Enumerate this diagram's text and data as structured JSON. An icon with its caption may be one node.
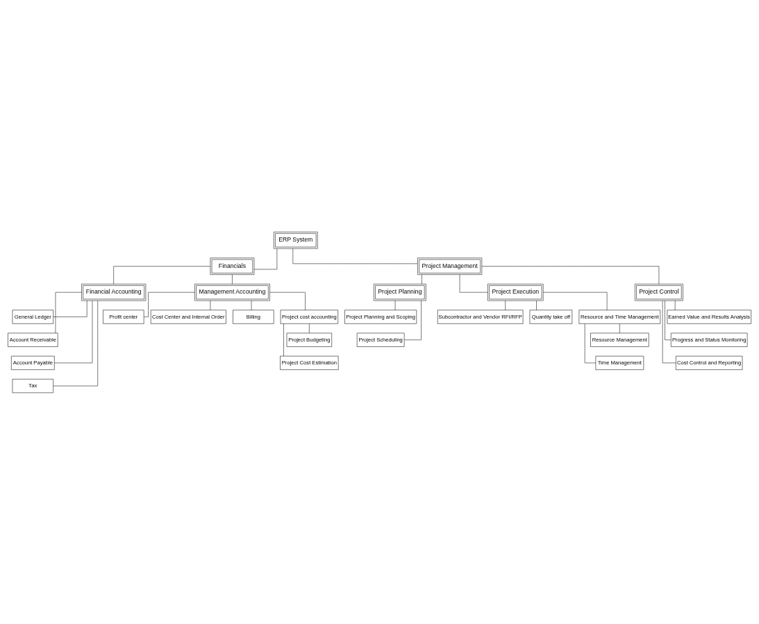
{
  "diagram": {
    "nodes": [
      {
        "text": [
          "ERP System"
        ]
      },
      {
        "text": [
          "Financials"
        ]
      },
      {
        "text": [
          "Project Management"
        ]
      },
      {
        "text": [
          "Financial Accounting"
        ]
      },
      {
        "text": [
          "Management Accounting"
        ]
      },
      {
        "text": [
          "General Ledger"
        ]
      },
      {
        "text": [
          "Account Receivable"
        ]
      },
      {
        "text": [
          "Account Payable"
        ]
      },
      {
        "text": [
          "Tax"
        ]
      },
      {
        "text": [
          "Profit center"
        ]
      },
      {
        "text": [
          "Cost Center and Internal Order"
        ]
      },
      {
        "text": [
          "Billing"
        ]
      },
      {
        "text": [
          "Project cost accounting"
        ]
      },
      {
        "text": [
          "Project Budgeting"
        ]
      },
      {
        "text": [
          "Project Cost Estimation"
        ]
      },
      {
        "text": [
          "Project Planning"
        ]
      },
      {
        "text": [
          "Project Execution"
        ]
      },
      {
        "text": [
          "Project Control"
        ]
      },
      {
        "text": [
          "Project Planning and Scoping"
        ]
      },
      {
        "text": [
          "Project Scheduling"
        ]
      },
      {
        "text": [
          "Subcontractor and Vendor RFI/RFP"
        ]
      },
      {
        "text": [
          "Quantity take off"
        ]
      },
      {
        "text": [
          "Resource and Time Management"
        ]
      },
      {
        "text": [
          "Resource Management"
        ]
      },
      {
        "text": [
          "Time Management"
        ]
      },
      {
        "text": [
          "Earned Value and Results Analysis"
        ]
      },
      {
        "text": [
          "Progress and Status Monitoring"
        ]
      },
      {
        "text": [
          "Cost Control and Reporting"
        ]
      }
    ],
    "edges": [
      {
        "from": 0,
        "to": 1,
        "arrow": "none"
      },
      {
        "from": 0,
        "to": 2,
        "arrow": "none"
      },
      {
        "from": 1,
        "to": 3,
        "arrow": "none"
      },
      {
        "from": 1,
        "to": 4,
        "arrow": "none"
      },
      {
        "from": 3,
        "to": 5,
        "arrow": "none"
      },
      {
        "from": 3,
        "to": 6,
        "arrow": "none"
      },
      {
        "from": 3,
        "to": 7,
        "arrow": "none"
      },
      {
        "from": 3,
        "to": 8,
        "arrow": "none"
      },
      {
        "from": 4,
        "to": 9,
        "arrow": "none"
      },
      {
        "from": 4,
        "to": 10,
        "arrow": "none"
      },
      {
        "from": 4,
        "to": 11,
        "arrow": "none"
      },
      {
        "from": 4,
        "to": 12,
        "arrow": "none"
      },
      {
        "from": 12,
        "to": 13,
        "arrow": "none"
      },
      {
        "from": 12,
        "to": 14,
        "arrow": "none"
      },
      {
        "from": 2,
        "to": 15,
        "arrow": "none"
      },
      {
        "from": 2,
        "to": 16,
        "arrow": "none"
      },
      {
        "from": 2,
        "to": 17,
        "arrow": "none"
      },
      {
        "from": 15,
        "to": 18,
        "arrow": "none"
      },
      {
        "from": 15,
        "to": 19,
        "arrow": "none"
      },
      {
        "from": 16,
        "to": 20,
        "arrow": "none"
      },
      {
        "from": 16,
        "to": 21,
        "arrow": "none"
      },
      {
        "from": 16,
        "to": 22,
        "arrow": "none"
      },
      {
        "from": 22,
        "to": 23,
        "arrow": "none"
      },
      {
        "from": 22,
        "to": 24,
        "arrow": "none"
      },
      {
        "from": 17,
        "to": 25,
        "arrow": "none"
      },
      {
        "from": 17,
        "to": 26,
        "arrow": "none"
      },
      {
        "from": 17,
        "to": 27,
        "arrow": "none"
      }
    ]
  }
}
